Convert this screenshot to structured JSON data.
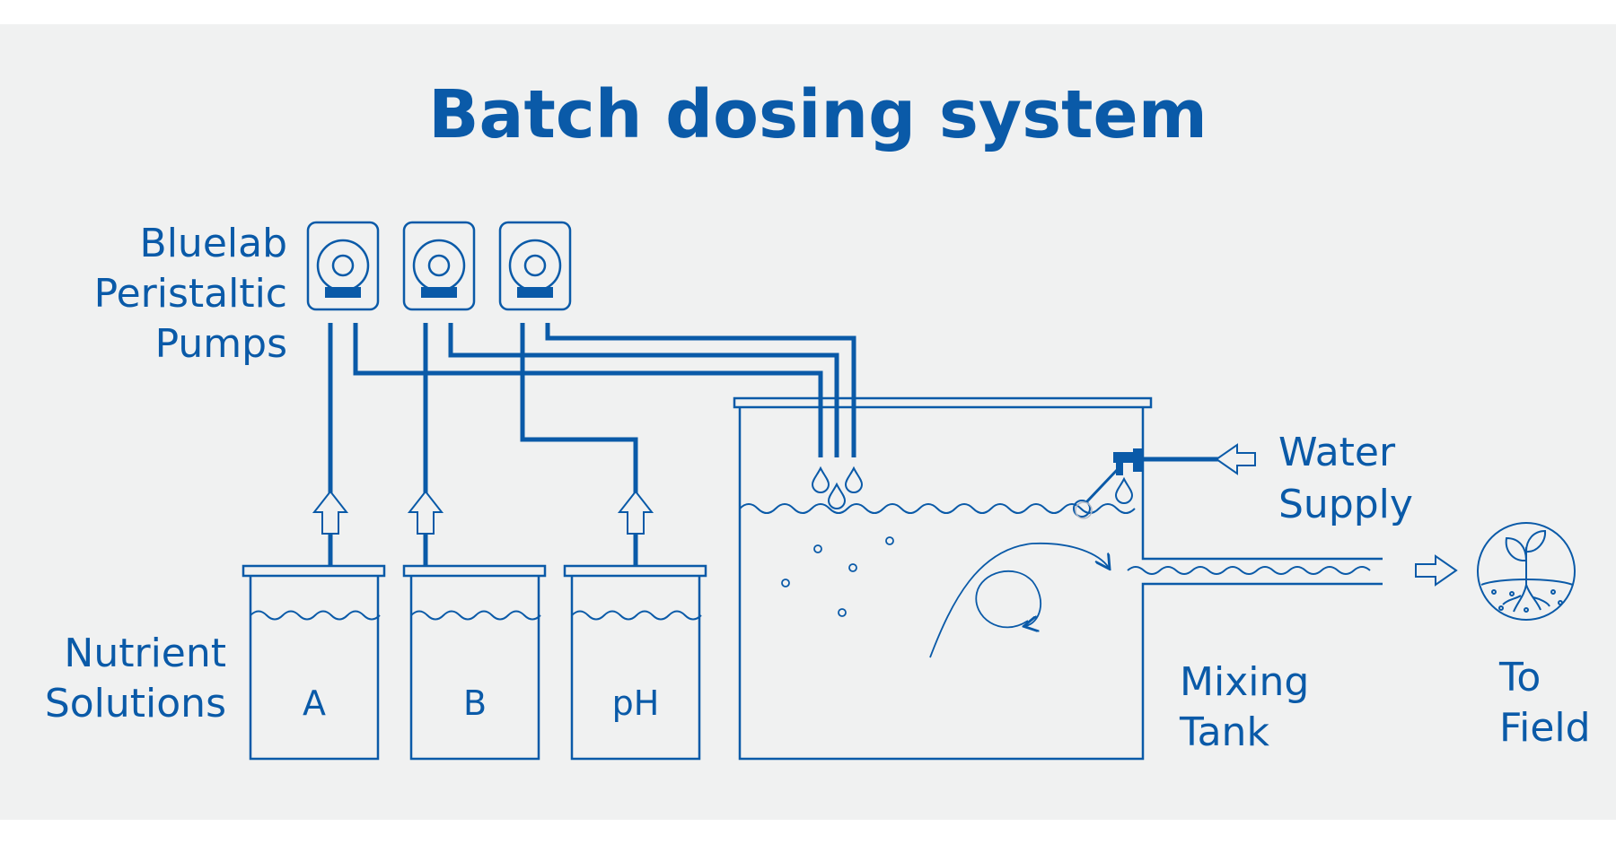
{
  "title": "Batch dosing system",
  "colors": {
    "accent": "#0a5aa8",
    "background": "#f0f1f1",
    "page": "#ffffff"
  },
  "labels": {
    "pumps": [
      "Bluelab",
      "Peristaltic",
      "Pumps"
    ],
    "nutrients": [
      "Nutrient",
      "Solutions"
    ],
    "water": [
      "Water",
      "Supply"
    ],
    "mixing": [
      "Mixing",
      "Tank"
    ],
    "field": [
      "To",
      "Field"
    ]
  },
  "containers": [
    "A",
    "B",
    "pH"
  ],
  "icons": [
    "pump-icon",
    "arrow-up-icon",
    "water-drop-icon",
    "float-valve-icon",
    "arrow-right-icon",
    "plant-icon"
  ]
}
